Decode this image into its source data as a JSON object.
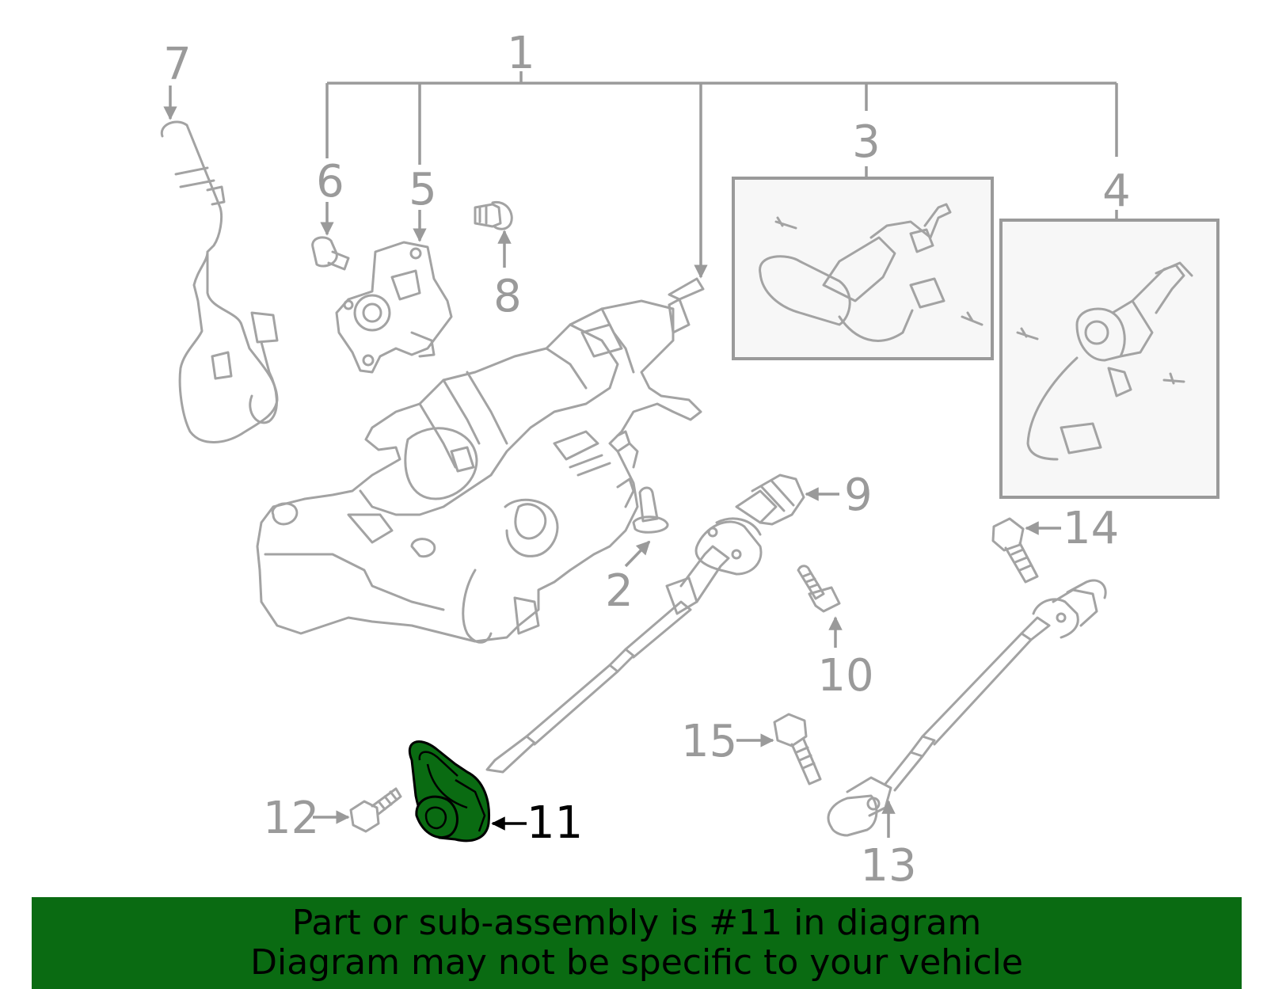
{
  "diagram": {
    "highlight_color": "#0a6b12",
    "line_color": "#9a9a9a",
    "callouts": [
      {
        "id": "1",
        "label": "1"
      },
      {
        "id": "2",
        "label": "2"
      },
      {
        "id": "3",
        "label": "3"
      },
      {
        "id": "4",
        "label": "4"
      },
      {
        "id": "5",
        "label": "5"
      },
      {
        "id": "6",
        "label": "6"
      },
      {
        "id": "7",
        "label": "7"
      },
      {
        "id": "8",
        "label": "8"
      },
      {
        "id": "9",
        "label": "9"
      },
      {
        "id": "10",
        "label": "10"
      },
      {
        "id": "11",
        "label": "11",
        "highlighted": true
      },
      {
        "id": "12",
        "label": "12"
      },
      {
        "id": "13",
        "label": "13"
      },
      {
        "id": "14",
        "label": "14"
      },
      {
        "id": "15",
        "label": "15"
      }
    ]
  },
  "banner": {
    "line1": "Part or sub-assembly is #11 in diagram",
    "line2": "Diagram may not be specific to your vehicle",
    "background": "#0a6b12"
  }
}
